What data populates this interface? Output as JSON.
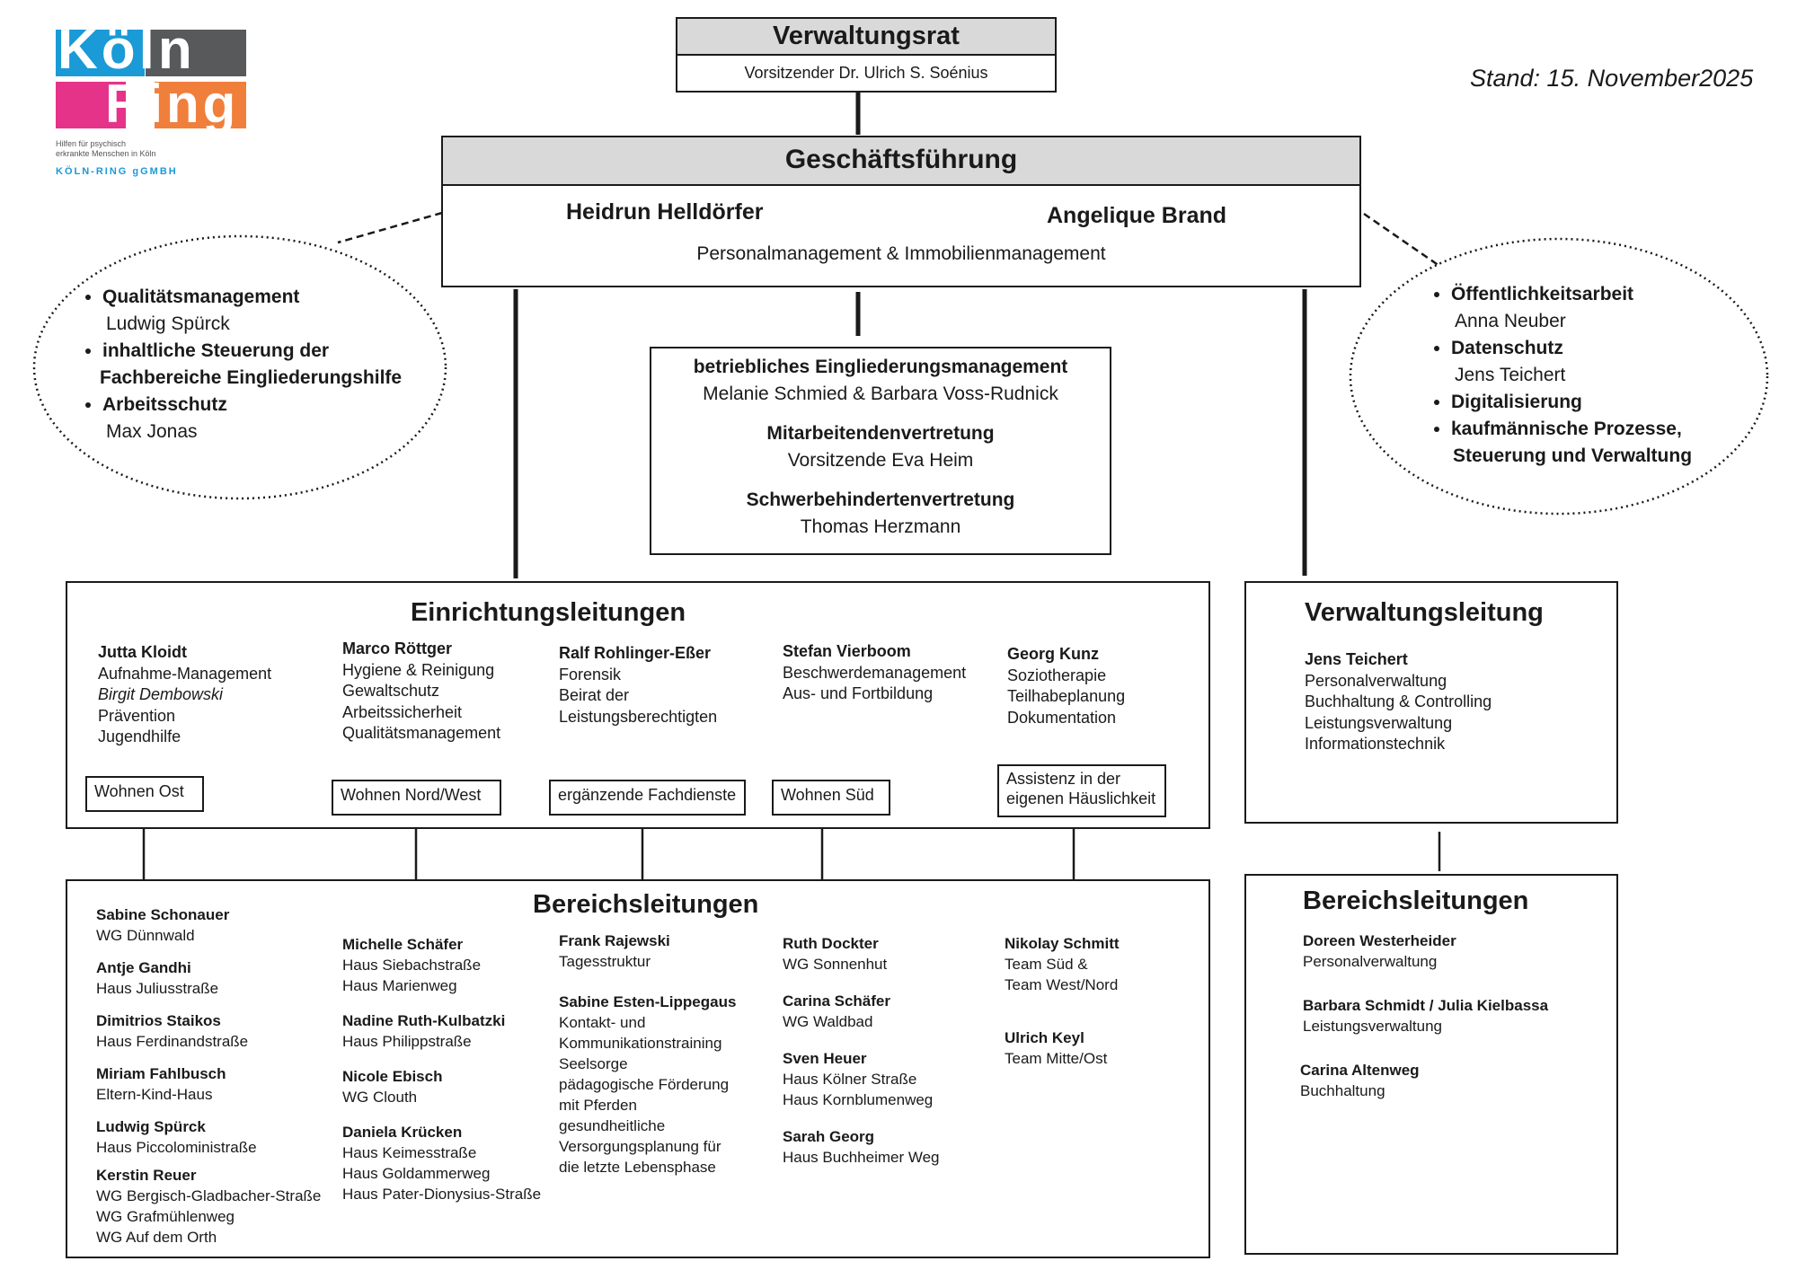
{
  "logo": {
    "word1": "Köln",
    "word2": "Ring",
    "tagline1": "Hilfen für psychisch",
    "tagline2": "erkrankte Menschen in Köln",
    "company": "KÖLN-RING gGMBH",
    "colors": {
      "blue": "#1a9ad6",
      "gray": "#58595b",
      "pink": "#e6338a",
      "orange": "#f07f3c"
    }
  },
  "stand": "Stand: 15. November2025",
  "verwaltungsrat": {
    "title": "Verwaltungsrat",
    "chair": "Vorsitzender Dr. Ulrich S. Soénius"
  },
  "geschaeftsfuehrung": {
    "title": "Geschäftsführung",
    "person1": "Heidrun Helldörfer",
    "person2": "Angelique Brand",
    "subtitle": "Personalmanagement & Immobilienmanagement"
  },
  "left_oval": [
    {
      "label": "Qualitätsmanagement",
      "person": "Ludwig Spürck"
    },
    {
      "label": "inhaltliche Steuerung der",
      "label2": "Fachbereiche Eingliederungshilfe"
    },
    {
      "label": "Arbeitsschutz",
      "person": "Max Jonas"
    }
  ],
  "right_oval": [
    {
      "label": "Öffentlichkeitsarbeit",
      "person": "Anna Neuber"
    },
    {
      "label": "Datenschutz",
      "person": "Jens Teichert"
    },
    {
      "label": "Digitalisierung"
    },
    {
      "label": "kaufmännische Prozesse,",
      "label2": "Steuerung und Verwaltung"
    }
  ],
  "center_box": [
    {
      "title": "betriebliches Eingliederungsmanagement",
      "text": "Melanie Schmied & Barbara Voss-Rudnick"
    },
    {
      "title": "Mitarbeitendenvertretung",
      "text": "Vorsitzende Eva Heim"
    },
    {
      "title": "Schwerbehindertenvertretung",
      "text": "Thomas Herzmann"
    }
  ],
  "einrichtungsleitungen": {
    "title": "Einrichtungsleitungen",
    "columns": [
      {
        "name": "Jutta Kloidt",
        "lines": [
          "Aufnahme-Management"
        ],
        "italic": "Birgit Dembowski",
        "lines2": [
          "Prävention",
          "Jugendhilfe"
        ]
      },
      {
        "name": "Marco Röttger",
        "lines": [
          "Hygiene & Reinigung",
          "Gewaltschutz",
          "Arbeitssicherheit",
          "Qualitätsmanagement"
        ]
      },
      {
        "name": "Ralf Rohlinger-Eßer",
        "lines": [
          "Forensik",
          "Beirat der",
          "Leistungsberechtigten"
        ]
      },
      {
        "name": "Stefan Vierboom",
        "lines": [
          "Beschwerdemanagement",
          "Aus- und Fortbildung"
        ]
      },
      {
        "name": "Georg Kunz",
        "lines": [
          "Soziotherapie",
          "Teilhabeplanung",
          "Dokumentation"
        ]
      }
    ],
    "labels": [
      "Wohnen Ost",
      "Wohnen Nord/West",
      "ergänzende Fachdienste",
      "Wohnen Süd"
    ],
    "label5a": "Assistenz in der",
    "label5b": "eigenen Häuslichkeit"
  },
  "verwaltungsleitung": {
    "title": "Verwaltungsleitung",
    "name": "Jens Teichert",
    "lines": [
      "Personalverwaltung",
      "Buchhaltung & Controlling",
      "Leistungsverwaltung",
      "Informationstechnik"
    ]
  },
  "bereichsleitungen_left": {
    "title": "Bereichsleitungen",
    "col1": [
      {
        "name": "Sabine Schonauer",
        "lines": [
          "WG Dünnwald"
        ]
      },
      {
        "name": "Antje Gandhi",
        "lines": [
          "Haus Juliusstraße"
        ]
      },
      {
        "name": "Dimitrios Staikos",
        "lines": [
          "Haus Ferdinandstraße"
        ]
      },
      {
        "name": "Miriam Fahlbusch",
        "lines": [
          "Eltern-Kind-Haus"
        ]
      },
      {
        "name": "Ludwig Spürck",
        "lines": [
          "Haus Piccoloministraße"
        ]
      },
      {
        "name": "Kerstin Reuer",
        "lines": [
          "WG Bergisch-Gladbacher-Straße",
          "WG Grafmühlenweg",
          "WG Auf dem Orth"
        ]
      }
    ],
    "col2": [
      {
        "name": "Michelle Schäfer",
        "lines": [
          "Haus Siebachstraße",
          "Haus Marienweg"
        ]
      },
      {
        "name": "Nadine Ruth-Kulbatzki",
        "lines": [
          "Haus Philippstraße"
        ]
      },
      {
        "name": "Nicole Ebisch",
        "lines": [
          "WG Clouth"
        ]
      },
      {
        "name": "Daniela Krücken",
        "lines": [
          "Haus Keimesstraße",
          "Haus Goldammerweg",
          "Haus Pater-Dionysius-Straße"
        ]
      }
    ],
    "col3": [
      {
        "name": "Frank Rajewski",
        "lines": [
          "Tagesstruktur"
        ]
      },
      {
        "name": "Sabine Esten-Lippegaus",
        "lines": [
          "Kontakt- und",
          "Kommunikationstraining",
          "Seelsorge",
          "pädagogische Förderung",
          "mit Pferden",
          "gesundheitliche",
          "Versorgungsplanung für",
          "die letzte Lebensphase"
        ]
      }
    ],
    "col4": [
      {
        "name": "Ruth Dockter",
        "lines": [
          "WG Sonnenhut"
        ]
      },
      {
        "name": "Carina Schäfer",
        "lines": [
          "WG Waldbad"
        ]
      },
      {
        "name": "Sven Heuer",
        "lines": [
          "Haus Kölner Straße",
          "Haus Kornblumenweg"
        ]
      },
      {
        "name": "Sarah Georg",
        "lines": [
          "Haus Buchheimer Weg"
        ]
      }
    ],
    "col5": [
      {
        "name": "Nikolay Schmitt",
        "lines": [
          "Team Süd &",
          "Team West/Nord"
        ]
      },
      {
        "name": "Ulrich Keyl",
        "lines": [
          "Team Mitte/Ost"
        ]
      }
    ]
  },
  "bereichsleitungen_right": {
    "title": "Bereichsleitungen",
    "items": [
      {
        "name": "Doreen Westerheider",
        "lines": [
          "Personalverwaltung"
        ]
      },
      {
        "name": "Barbara Schmidt / Julia Kielbassa",
        "lines": [
          "Leistungsverwaltung"
        ]
      },
      {
        "name": "Carina Altenweg",
        "lines": [
          "Buchhaltung"
        ]
      }
    ]
  }
}
